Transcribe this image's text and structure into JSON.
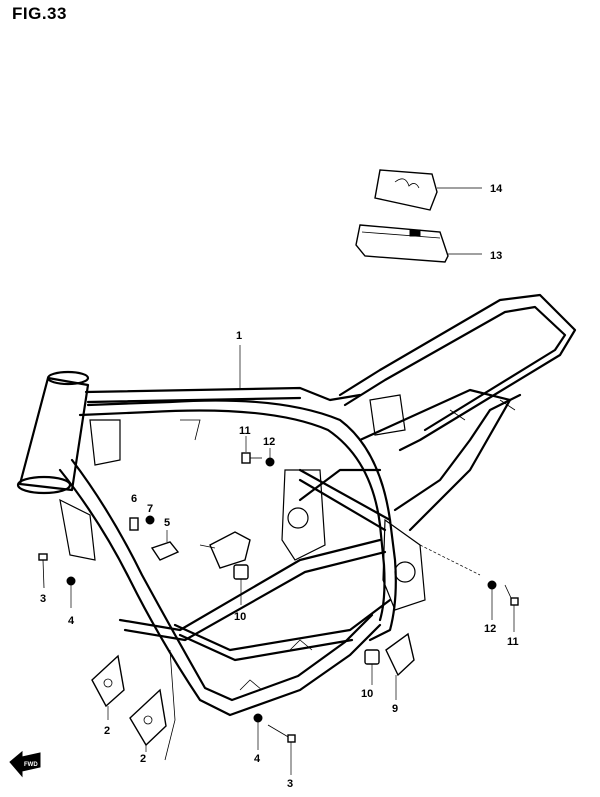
{
  "figure": {
    "title": "FIG.33"
  },
  "callouts": [
    {
      "id": "c1",
      "text": "1"
    },
    {
      "id": "c2a",
      "text": "2"
    },
    {
      "id": "c2b",
      "text": "2"
    },
    {
      "id": "c3a",
      "text": "3"
    },
    {
      "id": "c3b",
      "text": "3"
    },
    {
      "id": "c4a",
      "text": "4"
    },
    {
      "id": "c4b",
      "text": "4"
    },
    {
      "id": "c5",
      "text": "5"
    },
    {
      "id": "c6",
      "text": "6"
    },
    {
      "id": "c7",
      "text": "7"
    },
    {
      "id": "c9",
      "text": "9"
    },
    {
      "id": "c10a",
      "text": "10"
    },
    {
      "id": "c10b",
      "text": "10"
    },
    {
      "id": "c11a",
      "text": "11"
    },
    {
      "id": "c11b",
      "text": "11"
    },
    {
      "id": "c12a",
      "text": "12"
    },
    {
      "id": "c12b",
      "text": "12"
    },
    {
      "id": "c13",
      "text": "13"
    },
    {
      "id": "c14",
      "text": "14"
    }
  ],
  "front_arrow": {
    "label": "FWD",
    "icon": "front-direction-arrow-icon"
  }
}
